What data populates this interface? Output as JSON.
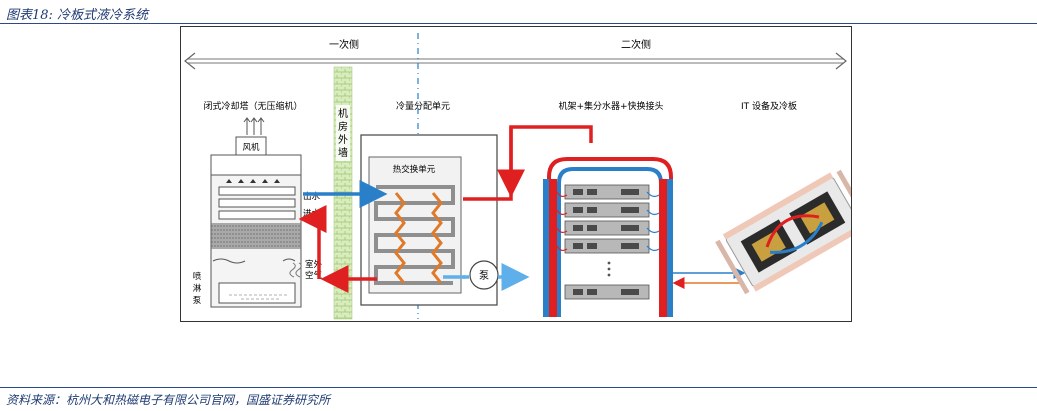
{
  "caption": "图表18:  冷板式液冷系统",
  "source": "资料来源：杭州大和热磁电子有限公司官网，国盛证券研究所",
  "diagram": {
    "primary_side": "一次侧",
    "secondary_side": "二次侧",
    "cooling_tower": "闭式冷却塔（无压缩机）",
    "fan": "风机",
    "water_out": "出水",
    "water_in": "进水",
    "outdoor_air_1": "室外",
    "outdoor_air_2": "空气",
    "spray_pump_1": "喷",
    "spray_pump_2": "淋",
    "spray_pump_3": "泵",
    "wall_1": "机",
    "wall_2": "房",
    "wall_3": "外",
    "wall_4": "墙",
    "cdu": "冷量分配单元",
    "heat_exchanger": "热交换单元",
    "pump": "泵",
    "rack": "机架+集分水器+快换接头",
    "it_device": "IT 设备及冷板",
    "hot_color": "#e02020",
    "cold_color": "#2a7fc9"
  }
}
